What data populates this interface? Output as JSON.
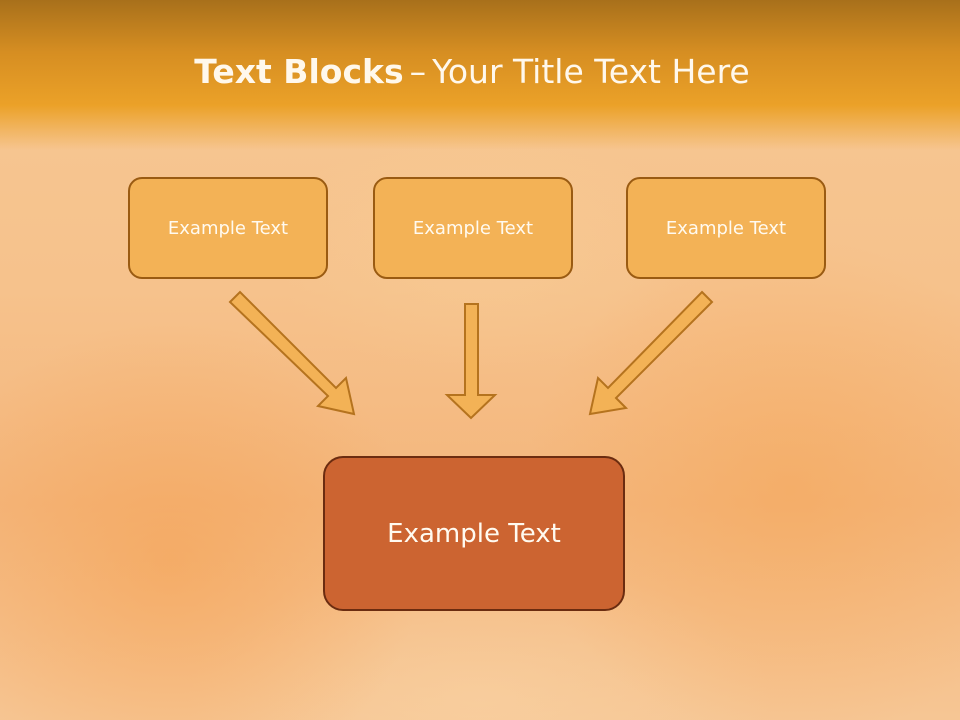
{
  "title": {
    "bold": "Text Blocks",
    "separator": "–",
    "rest": "Your Title Text Here"
  },
  "blocks": {
    "top": [
      "Example Text",
      "Example Text",
      "Example Text"
    ],
    "bottom": "Example Text"
  },
  "colors": {
    "header": "#e39a25",
    "small_box_fill": "#f3b256",
    "small_box_border": "#9a5b12",
    "big_box_fill": "#cc6431",
    "big_box_border": "#6b2c10",
    "text": "#fffaf0"
  }
}
